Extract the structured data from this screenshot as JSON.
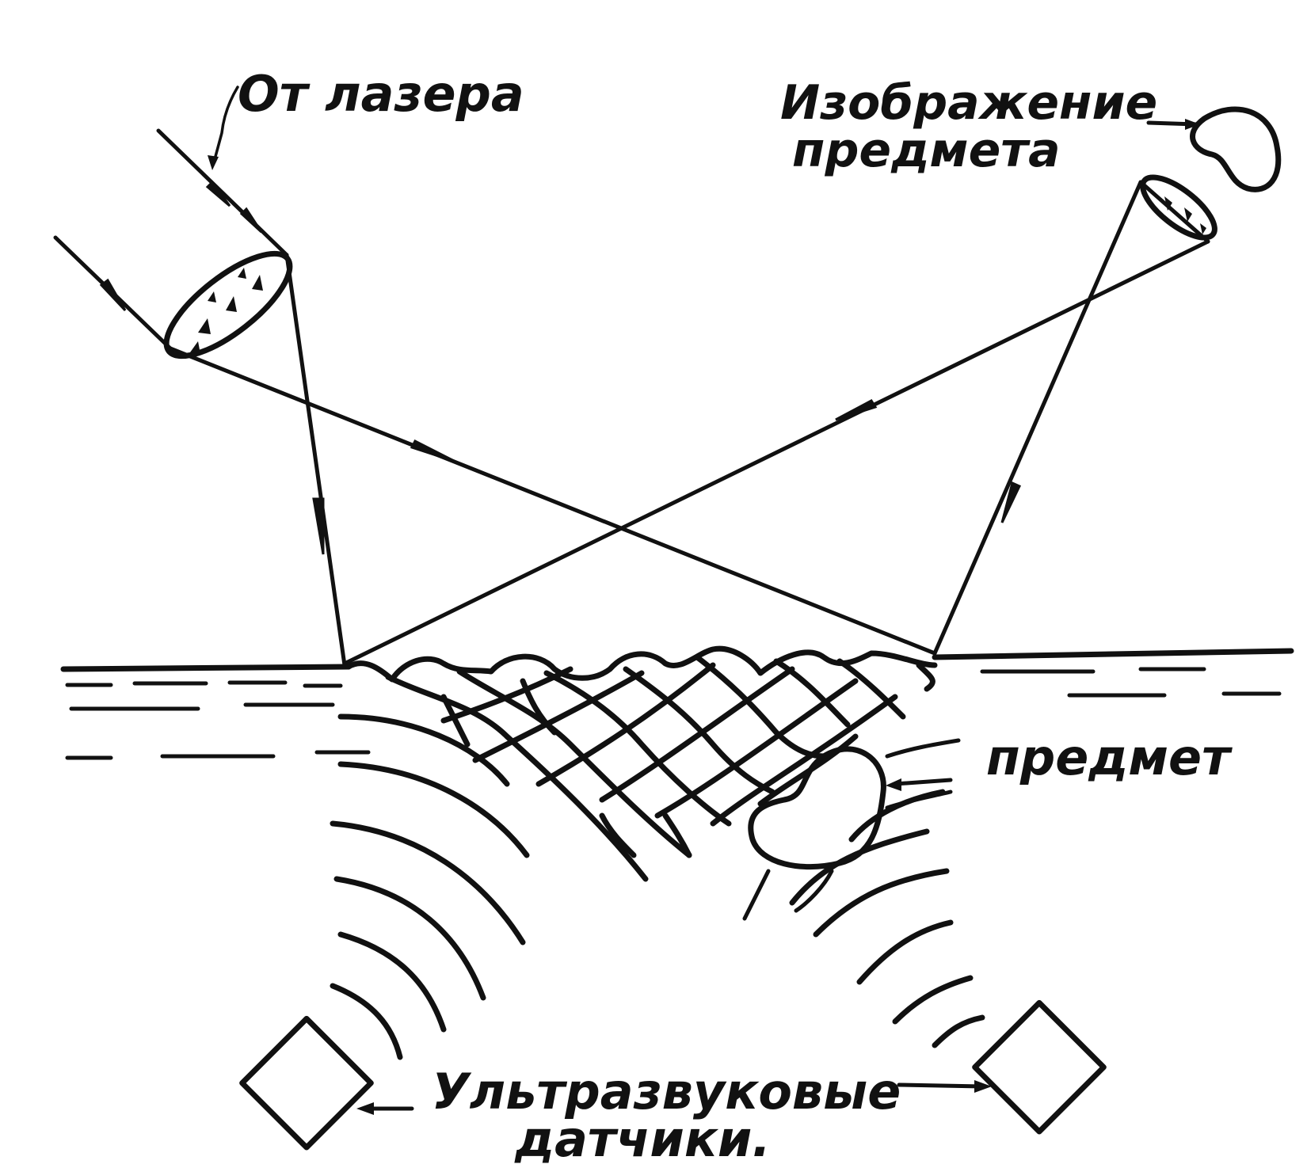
{
  "labels": {
    "from_laser": "От лазера",
    "image_line1": "Изображение",
    "image_line2": "предмета",
    "object": "предмет",
    "sensors_line1": "Ультразвуковые",
    "sensors_line2": "датчики."
  },
  "colors": {
    "ink": "#111111",
    "paper": "#ffffff"
  }
}
